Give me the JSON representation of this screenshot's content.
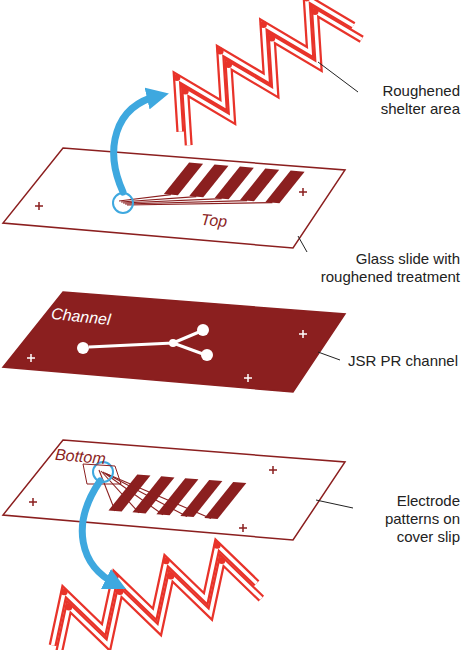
{
  "diagram": {
    "nodes": [
      {
        "text": [
          "Top"
        ]
      },
      {
        "text": [
          "Channel"
        ]
      },
      {
        "text": [
          "Bottom"
        ]
      }
    ],
    "labels": [
      "Roughened shelter area",
      "Glass slide with roughened treatment",
      "JSR PR channel",
      "Electrode patterns on cover slip"
    ]
  }
}
